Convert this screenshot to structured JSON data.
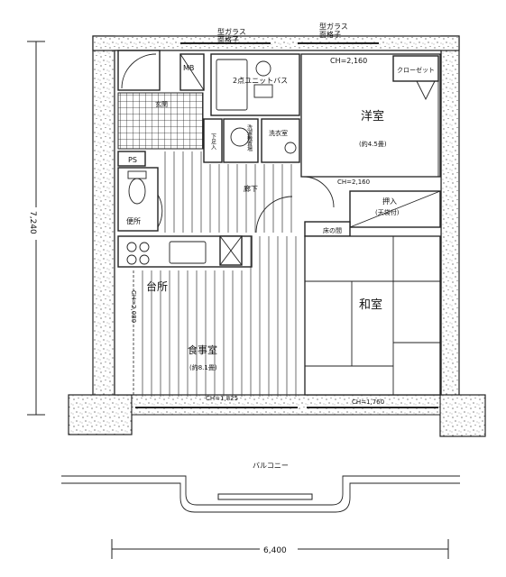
{
  "labels": {
    "top_window_left_1": "型ガラス",
    "top_window_left_2": "面格子",
    "top_window_right_1": "型ガラス",
    "top_window_right_2": "面格子",
    "mb": "MB",
    "unit_bath": "2点ユニットバス",
    "ch_western_top": "CH=2,160",
    "closet": "クローゼット",
    "western_room": "洋室",
    "western_size": "(約4.5畳)",
    "washing_machine": "洗濯機置場",
    "dressing": "洗衣室",
    "storage": "下足入",
    "entrance": "玄関",
    "ps": "PS",
    "toilet": "便所",
    "corridor": "廊下",
    "ch_mid": "CH=2,160",
    "oshiire": "押入",
    "oshiire_sub": "(天袋付)",
    "tokonoma": "床の間",
    "kitchen": "台所",
    "ch_kitchen": "CH=2,080",
    "dining": "食事室",
    "dining_size": "(約8.1畳)",
    "japanese_room": "和室",
    "ch_bottom_left": "CH=1,825",
    "ch_bottom_right": "CH=1,760",
    "balcony": "バルコニー",
    "dim_height": "7,240",
    "dim_width": "6,400"
  }
}
